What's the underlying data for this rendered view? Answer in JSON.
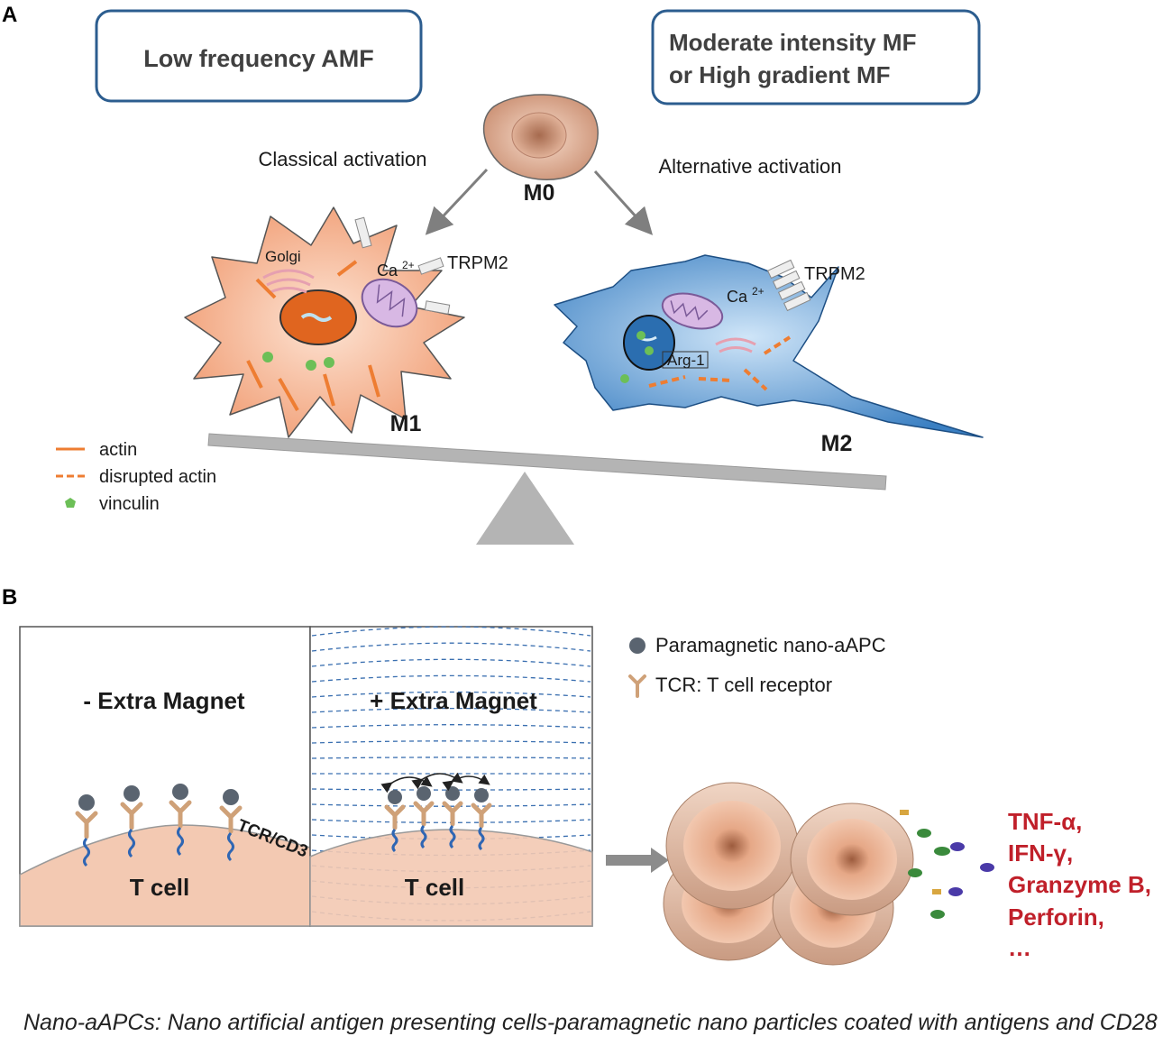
{
  "panel_a": {
    "label": "A",
    "box_left": "Low frequency AMF",
    "box_right_line1": "Moderate intensity MF",
    "box_right_line2": "or High gradient MF",
    "classical": "Classical activation",
    "alternative": "Alternative activation",
    "m0": "M0",
    "m1": "M1",
    "m2": "M2",
    "golgi": "Golgi",
    "ca_m1": "Ca",
    "ca_m2": "Ca",
    "ca_sup": "2+",
    "trpm2_m1": "TRPM2",
    "trpm2_m2": "TRPM2",
    "arg1": "Arg-1",
    "legend": {
      "actin": "actin",
      "disrupted": "disrupted actin",
      "vinculin": "vinculin"
    },
    "colors": {
      "m1_fill": "#f2a07a",
      "m2_fill": "#3f86c9",
      "actin": "#ee7d32",
      "vinculin": "#6cbf57",
      "balance": "#b4b4b4",
      "box_border": "#2c5d8f"
    }
  },
  "panel_b": {
    "label": "B",
    "minus": "- Extra Magnet",
    "plus": "+ Extra Magnet",
    "tcell_left": "T cell",
    "tcell_right": "T cell",
    "tcr_cd3": "TCR/CD3",
    "legend_particle": "Paramagnetic nano-aAPC",
    "legend_tcr": "TCR: T cell receptor",
    "cytokines": [
      "TNF-α,",
      "IFN-γ,",
      "Granzyme B,",
      "Perforin,",
      "…"
    ]
  },
  "caption": {
    "text": "Nano-aAPCs: Nano artificial antigen presenting cells-paramagnetic nano particles coated with antigens and CD28"
  }
}
